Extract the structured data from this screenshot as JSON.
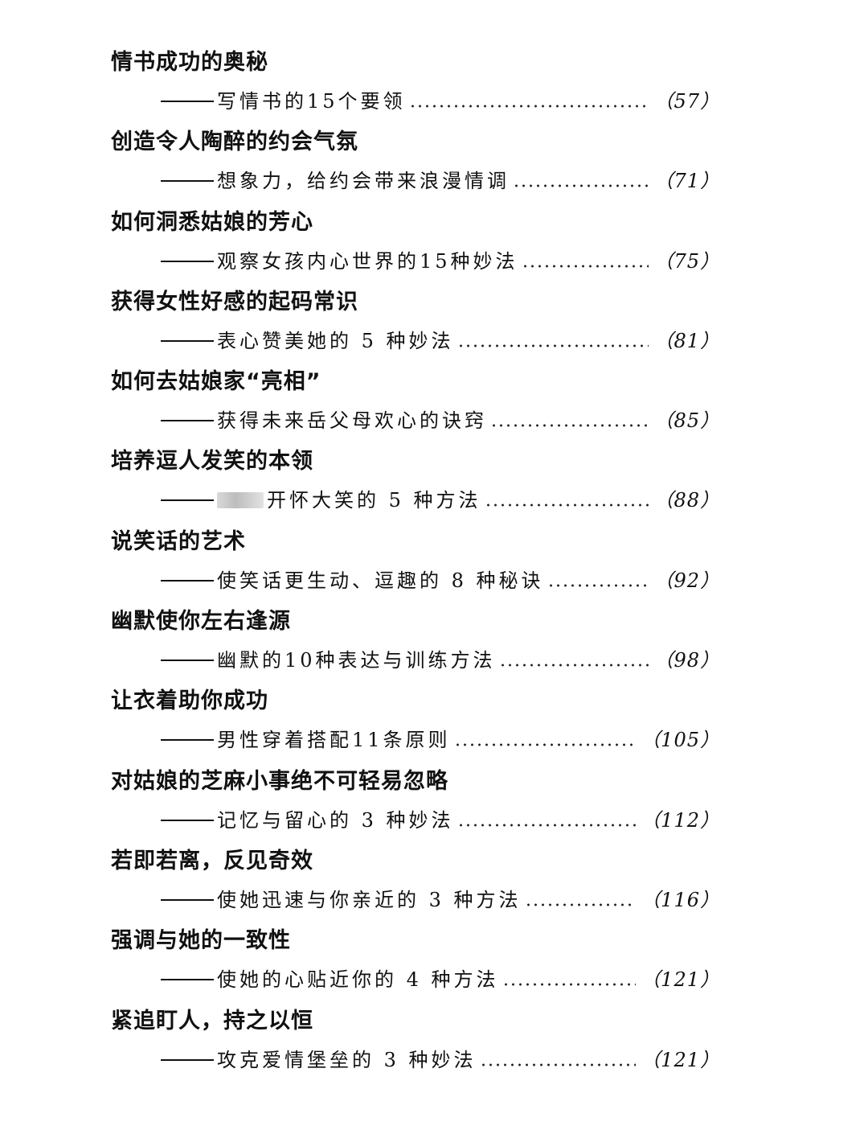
{
  "toc": {
    "entries": [
      {
        "title": "情书成功的奥秘",
        "subtitle": "写情书的15个要领",
        "page": "（57）"
      },
      {
        "title": "创造令人陶醉的约会气氛",
        "subtitle": "想象力，给约会带来浪漫情调",
        "page": "（71）"
      },
      {
        "title": "如何洞悉姑娘的芳心",
        "subtitle": "观察女孩内心世界的15种妙法",
        "page": "（75）"
      },
      {
        "title": "获得女性好感的起码常识",
        "subtitle": "表心赞美她的 5 种妙法",
        "page": "（81）"
      },
      {
        "title": "如何去姑娘家“亮相”",
        "subtitle": "获得未来岳父母欢心的诀窍",
        "page": "（85）"
      },
      {
        "title": "培养逗人发笑的本领",
        "subtitle": "开怀大笑的 5 种方法",
        "page": "（88）"
      },
      {
        "title": "说笑话的艺术",
        "subtitle": "使笑话更生动、逗趣的 8 种秘诀",
        "page": "（92）"
      },
      {
        "title": "幽默使你左右逢源",
        "subtitle": "幽默的10种表达与训练方法",
        "page": "（98）"
      },
      {
        "title": "让衣着助你成功",
        "subtitle": "男性穿着搭配11条原则",
        "page": "（105）"
      },
      {
        "title": "对姑娘的芝麻小事绝不可轻易忽略",
        "subtitle": "记忆与留心的 3 种妙法",
        "page": "（112）"
      },
      {
        "title": "若即若离，反见奇效",
        "subtitle": "使她迅速与你亲近的 3 种方法",
        "page": "（116）"
      },
      {
        "title": "强调与她的一致性",
        "subtitle": "使她的心贴近你的 4 种方法",
        "page": "（121）"
      },
      {
        "title": "紧追盯人，持之以恒",
        "subtitle": "攻克爱情堡垒的 3 种妙法",
        "page": "（121）"
      }
    ]
  }
}
